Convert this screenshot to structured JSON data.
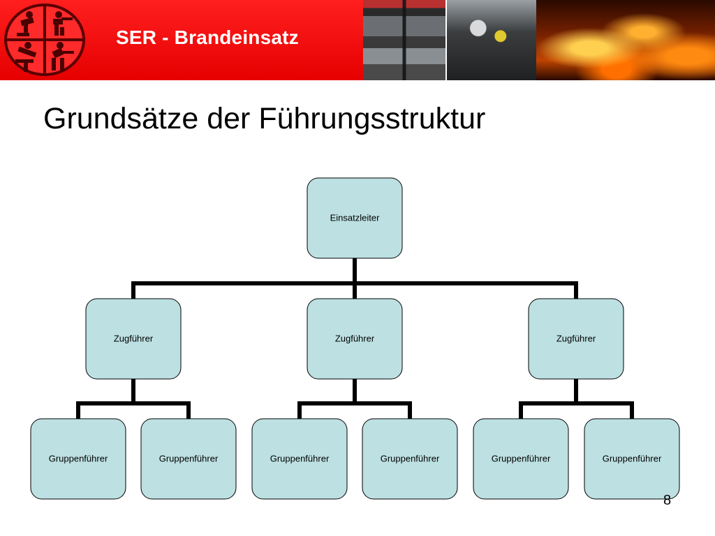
{
  "header": {
    "title": "SER - Brandeinsatz",
    "accent_color": "#e60000",
    "logo_icon": "firefighter-emblem-icon",
    "photos": [
      "fire-truck-equipment-photo",
      "firefighters-with-breathing-apparatus-photo",
      "fire-flames-photo"
    ]
  },
  "slide": {
    "title": "Grundsätze der Führungsstruktur",
    "page_number": "8"
  },
  "org_chart": {
    "node_color": "#bde0e2",
    "root": {
      "label": "Einsatzleiter",
      "children": [
        {
          "label": "Zugführer",
          "children": [
            {
              "label": "Gruppenführer"
            },
            {
              "label": "Gruppenführer"
            }
          ]
        },
        {
          "label": "Zugführer",
          "children": [
            {
              "label": "Gruppenführer"
            },
            {
              "label": "Gruppenführer"
            }
          ]
        },
        {
          "label": "Zugführer",
          "children": [
            {
              "label": "Gruppenführer"
            },
            {
              "label": "Gruppenführer"
            }
          ]
        }
      ]
    }
  }
}
